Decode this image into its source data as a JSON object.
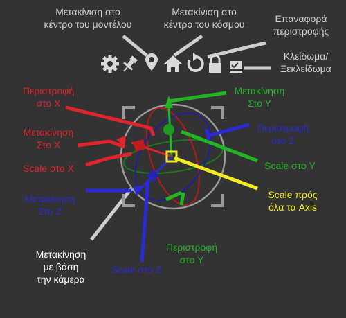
{
  "colors": {
    "background": "#333333",
    "red": "#e0242c",
    "green": "#22b522",
    "blue": "#2a2ad8",
    "yellow": "#f2ea23",
    "gray": "#cfcfcf"
  },
  "labels": {
    "center_model": "Μετακίνιση στο\nκέντρο του μοντέλου",
    "center_world": "Μετακίνιση στο\nκέντρο του κόσμου",
    "reset_rotation": "Επαναφορά\nπεριστροφής",
    "lock_unlock": "Κλείδωμα/\nΞεκλείδωμα",
    "rotate_x": "Περιστροφή\nστο Χ",
    "move_x": "Μετακίνηση\nΣτο Χ",
    "scale_x": "Scale στο Χ",
    "move_y": "Μετακίνηση\nΣτο Υ",
    "rotate_z": "Περιστροφή\nστο Ζ",
    "scale_y": "Scale στο Υ",
    "scale_all": "Scale πρός\nόλα τα Axis",
    "move_z": "Μετακίνηση\nΣτο Ζ",
    "rotate_y": "Περιστροφή\nστο Υ",
    "scale_z": "Scale στο Ζ",
    "camera_move": "Μετακίνηση\nμε βάση\nτην κάμερα"
  },
  "toolbar": {
    "icons": [
      "gear-icon",
      "pin-icon",
      "location-pin-icon",
      "home-icon",
      "reset-rotation-icon",
      "lock-icon",
      "toggle-icon"
    ]
  }
}
